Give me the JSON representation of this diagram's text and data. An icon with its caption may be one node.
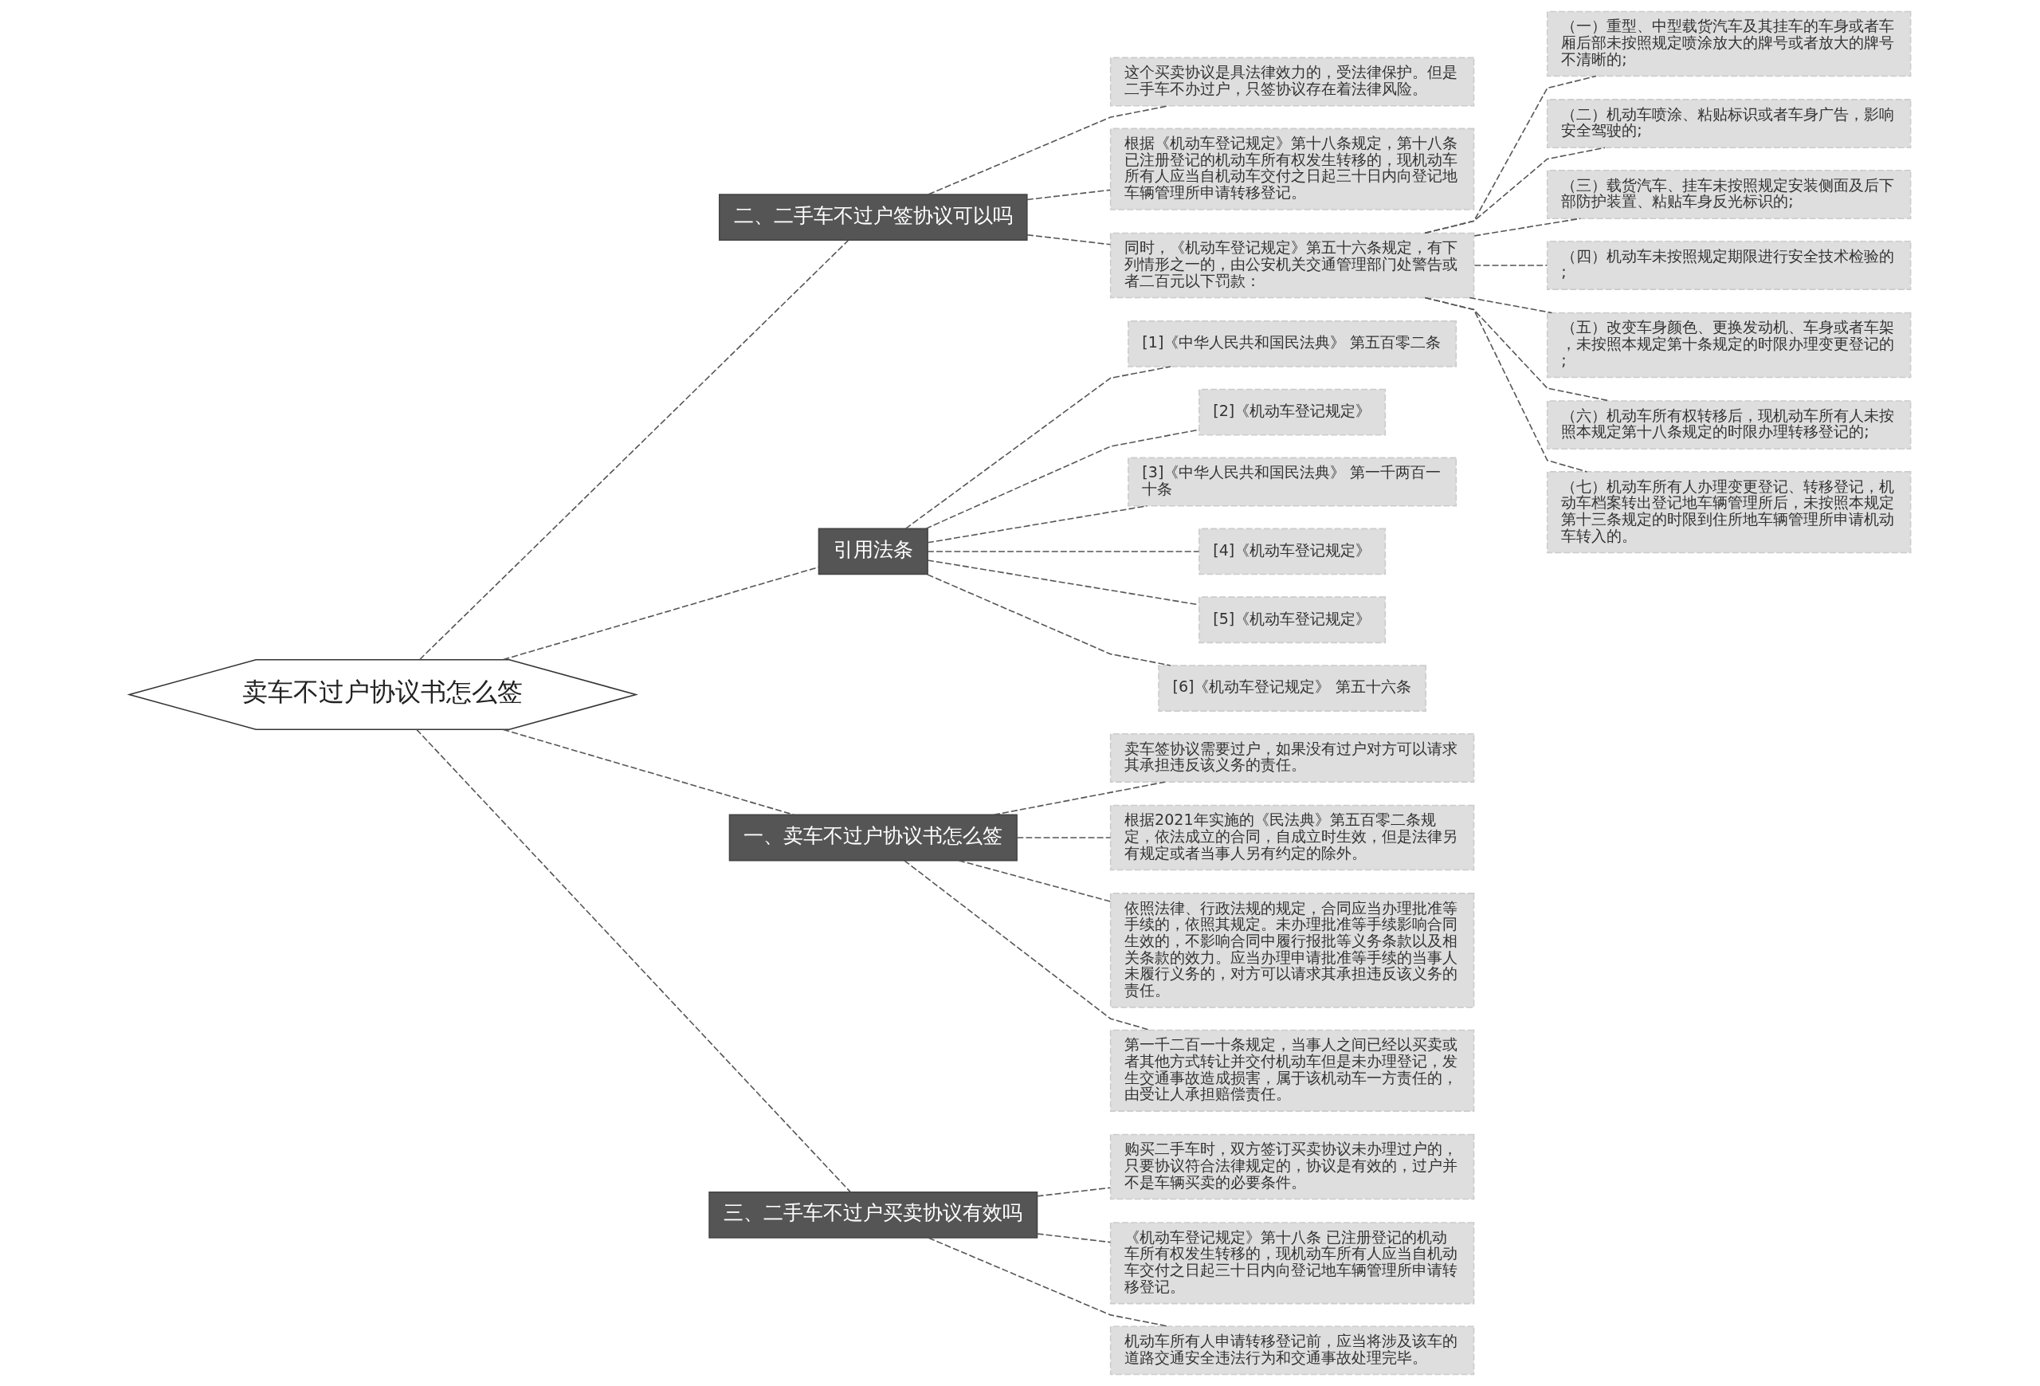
{
  "diagram": {
    "nodes": [
      {
        "text": [
          "卖车不过户协议书怎么签"
        ]
      },
      {
        "text": [
          "二、二手车不过户签协议可以吗"
        ]
      },
      {
        "text": [
          "这个买卖协议是具法律效力的，受法律保护。但是二手车不办过户，只签协议存在着法律风险。"
        ]
      },
      {
        "text": [
          "根据《机动车登记规定》第十八条规定，第十八条已注册登记的机动车所有权发生转移的，现机动车所有人应当自机动车交付之日起三十日内向登记地车辆管理所申请转移登记。"
        ]
      },
      {
        "text": [
          "同时，《机动车登记规定》第五十六条规定，有下列情形之一的，由公安机关交通管理部门处警告或者二百元以下罚款："
        ]
      },
      {
        "text": [
          "（一）重型、中型载货汽车及其挂车的车身或者车厢后部未按照规定喷涂放大的牌号或者放大的牌号不清晰的;"
        ]
      },
      {
        "text": [
          "（二）机动车喷涂、粘贴标识或者车身广告，影响安全驾驶的;"
        ]
      },
      {
        "text": [
          "（三）载货汽车、挂车未按照规定安装侧面及后下部防护装置、粘贴车身反光标识的;"
        ]
      },
      {
        "text": [
          "（四）机动车未按照规定期限进行安全技术检验的;"
        ]
      },
      {
        "text": [
          "（五）改变车身颜色、更换发动机、车身或者车架，未按照本规定第十条规定的时限办理变更登记的;"
        ]
      },
      {
        "text": [
          "（六）机动车所有权转移后，现机动车所有人未按照本规定第十八条规定的时限办理转移登记的;"
        ]
      },
      {
        "text": [
          "（七）机动车所有人办理变更登记、转移登记，机动车档案转出登记地车辆管理所后，未按照本规定第十三条规定的时限到住所地车辆管理所申请机动车转入的。"
        ]
      },
      {
        "text": [
          "引用法条"
        ]
      },
      {
        "text": [
          "[1]《中华人民共和国民法典》 第五百零二条"
        ]
      },
      {
        "text": [
          "[2]《机动车登记规定》"
        ]
      },
      {
        "text": [
          "[3]《中华人民共和国民法典》 第一千两百一十条"
        ]
      },
      {
        "text": [
          "[4]《机动车登记规定》"
        ]
      },
      {
        "text": [
          "[5]《机动车登记规定》"
        ]
      },
      {
        "text": [
          "[6]《机动车登记规定》 第五十六条"
        ]
      },
      {
        "text": [
          "一、卖车不过户协议书怎么签"
        ]
      },
      {
        "text": [
          "卖车签协议需要过户，如果没有过户对方可以请求其承担违反该义务的责任。"
        ]
      },
      {
        "text": [
          "根据2021年实施的《民法典》第五百零二条规定，依法成立的合同，自成立时生效，但是法律另有规定或者当事人另有约定的除外。"
        ]
      },
      {
        "text": [
          "依照法律、行政法规的规定，合同应当办理批准等手续的，依照其规定。未办理批准等手续影响合同生效的，不影响合同中履行报批等义务条款以及相关条款的效力。应当办理申请批准等手续的当事人未履行义务的，对方可以请求其承担违反该义务的责任。"
        ]
      },
      {
        "text": [
          "第一千二百一十条规定，当事人之间已经以买卖或者其他方式转让并交付机动车但是未办理登记，发生交通事故造成损害，属于该机动车一方责任的，由受让人承担赔偿责任。"
        ]
      },
      {
        "text": [
          "三、二手车不过户买卖协议有效吗"
        ]
      },
      {
        "text": [
          "购买二手车时，双方签订买卖协议未办理过户的，只要协议符合法律规定的，协议是有效的，过户并不是车辆买卖的必要条件。"
        ]
      },
      {
        "text": [
          "《机动车登记规定》第十八条 已注册登记的机动车所有权发生转移的，现机动车所有人应当自机动车交付之日起三十日内向登记地车辆管理所申请转移登记。"
        ]
      },
      {
        "text": [
          "机动车所有人申请转移登记前，应当将涉及该车的道路交通安全违法行为和交通事故处理完毕。"
        ]
      }
    ],
    "edges": [
      {
        "from": 0,
        "to": 1,
        "arrow": "none",
        "style": "dashed"
      },
      {
        "from": 1,
        "to": 2,
        "arrow": "none",
        "style": "dashed"
      },
      {
        "from": 1,
        "to": 3,
        "arrow": "none",
        "style": "dashed"
      },
      {
        "from": 1,
        "to": 4,
        "arrow": "none",
        "style": "dashed"
      },
      {
        "from": 4,
        "to": 5,
        "arrow": "none",
        "style": "dashed"
      },
      {
        "from": 4,
        "to": 6,
        "arrow": "none",
        "style": "dashed"
      },
      {
        "from": 4,
        "to": 7,
        "arrow": "none",
        "style": "dashed"
      },
      {
        "from": 4,
        "to": 8,
        "arrow": "none",
        "style": "dashed"
      },
      {
        "from": 4,
        "to": 9,
        "arrow": "none",
        "style": "dashed"
      },
      {
        "from": 4,
        "to": 10,
        "arrow": "none",
        "style": "dashed"
      },
      {
        "from": 4,
        "to": 11,
        "arrow": "none",
        "style": "dashed"
      },
      {
        "from": 0,
        "to": 12,
        "arrow": "none",
        "style": "dashed"
      },
      {
        "from": 12,
        "to": 13,
        "arrow": "none",
        "style": "dashed"
      },
      {
        "from": 12,
        "to": 14,
        "arrow": "none",
        "style": "dashed"
      },
      {
        "from": 12,
        "to": 15,
        "arrow": "none",
        "style": "dashed"
      },
      {
        "from": 12,
        "to": 16,
        "arrow": "none",
        "style": "dashed"
      },
      {
        "from": 12,
        "to": 17,
        "arrow": "none",
        "style": "dashed"
      },
      {
        "from": 12,
        "to": 18,
        "arrow": "none",
        "style": "dashed"
      },
      {
        "from": 0,
        "to": 19,
        "arrow": "none",
        "style": "dashed"
      },
      {
        "from": 19,
        "to": 20,
        "arrow": "none",
        "style": "dashed"
      },
      {
        "from": 19,
        "to": 21,
        "arrow": "none",
        "style": "dashed"
      },
      {
        "from": 19,
        "to": 22,
        "arrow": "none",
        "style": "dashed"
      },
      {
        "from": 19,
        "to": 23,
        "arrow": "none",
        "style": "dashed"
      },
      {
        "from": 0,
        "to": 24,
        "arrow": "none",
        "style": "dashed"
      },
      {
        "from": 24,
        "to": 25,
        "arrow": "none",
        "style": "dashed"
      },
      {
        "from": 24,
        "to": 26,
        "arrow": "none",
        "style": "dashed"
      },
      {
        "from": 24,
        "to": 27,
        "arrow": "none",
        "style": "dashed"
      }
    ]
  }
}
